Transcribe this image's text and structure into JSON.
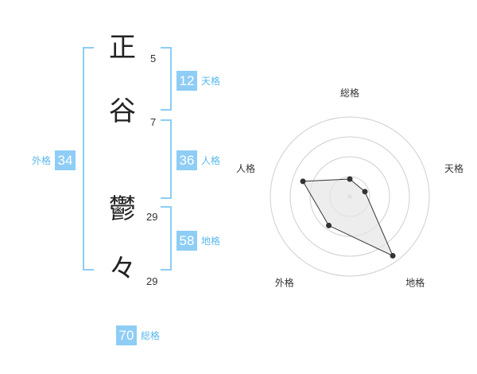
{
  "name": {
    "chars": [
      {
        "char": "正",
        "strokes": "5"
      },
      {
        "char": "谷",
        "strokes": "7"
      },
      {
        "char": "鬱",
        "strokes": "29"
      },
      {
        "char": "々",
        "strokes": "29"
      }
    ]
  },
  "scores": {
    "tenkaku": {
      "value": "12",
      "label": "天格"
    },
    "jinkaku": {
      "value": "36",
      "label": "人格"
    },
    "chikaku": {
      "value": "58",
      "label": "地格"
    },
    "gaikaku": {
      "value": "34",
      "label": "外格"
    },
    "soukaku": {
      "value": "70",
      "label": "総格"
    }
  },
  "chart_data": {
    "type": "radar",
    "axes": [
      "総格",
      "天格",
      "地格",
      "外格",
      "人格"
    ],
    "values": [
      0.22,
      0.2,
      0.92,
      0.45,
      0.62
    ],
    "range": [
      0,
      1
    ],
    "rings": 4,
    "colors": {
      "line": "#333333",
      "fill": "#e6e6e6",
      "ring": "#cfcfcf",
      "point": "#333333"
    }
  },
  "colors": {
    "accent": "#8ecdf5",
    "accent_text": "#5ab8ee"
  }
}
